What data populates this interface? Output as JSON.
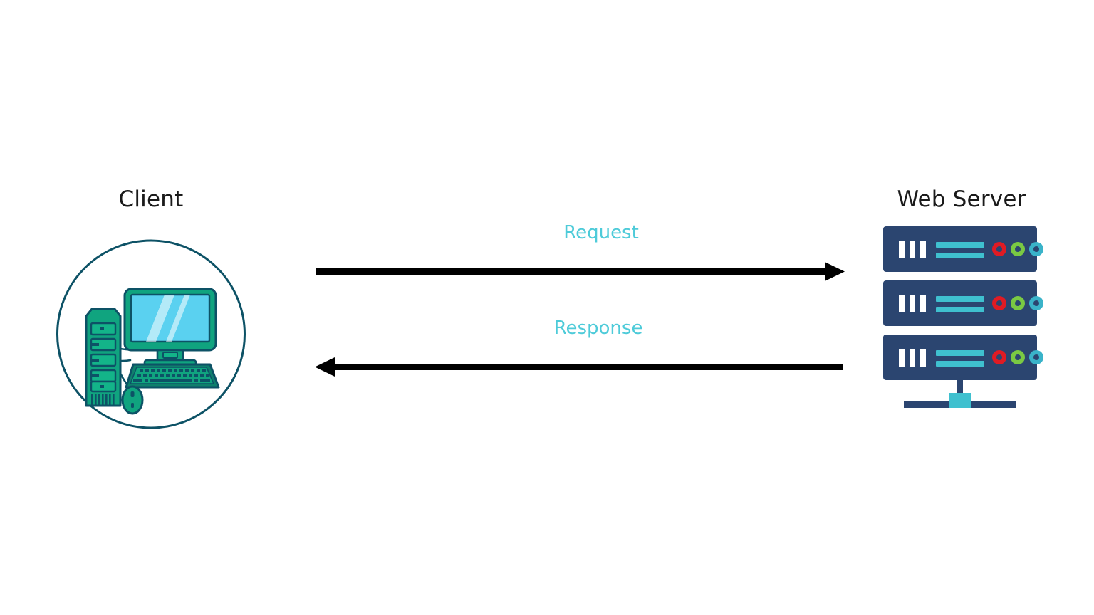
{
  "diagram": {
    "title_client": "Client",
    "title_server": "Web Server",
    "background_color": "#ffffff",
    "label_color": "#4ecbd9",
    "arrow_color": "#000000",
    "client_accent_color": "#10a47f",
    "client_outline_color": "#0d5266",
    "client_screen_color": "#5ad1f0",
    "server_body_color": "#2b4570",
    "server_line_color": "#3fc0cf",
    "server_base_color": "#3fc0cf",
    "led_colors": [
      "#e01b24",
      "#7ac943",
      "#3ab3c9"
    ]
  },
  "nodes": [
    {
      "id": "client",
      "label": "Client",
      "icon": "desktop-computer-icon",
      "shape": "circle"
    },
    {
      "id": "web-server",
      "label": "Web Server",
      "icon": "server-rack-icon",
      "units": 3,
      "leds_per_unit": 3,
      "status_bars_per_unit": 3,
      "data_lines_per_unit": 2
    }
  ],
  "flows": [
    {
      "id": "request",
      "label": "Request",
      "from": "client",
      "to": "web-server",
      "direction": "right"
    },
    {
      "id": "response",
      "label": "Response",
      "from": "web-server",
      "to": "client",
      "direction": "left"
    }
  ],
  "chart_data": {
    "type": "diagram",
    "title": "",
    "nodes": [
      "Client",
      "Web Server"
    ],
    "edges": [
      {
        "label": "Request",
        "source": "Client",
        "target": "Web Server"
      },
      {
        "label": "Response",
        "source": "Web Server",
        "target": "Client"
      }
    ]
  }
}
